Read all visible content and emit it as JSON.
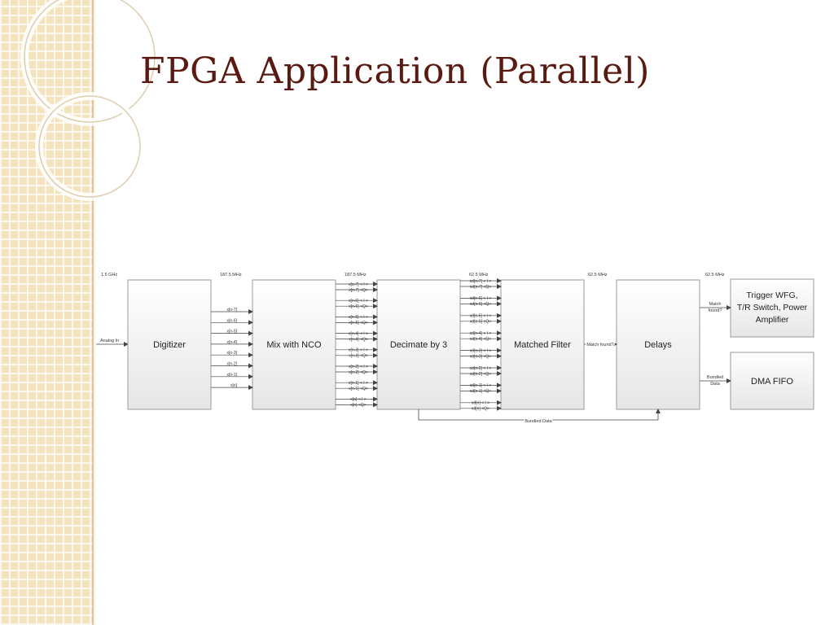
{
  "slide": {
    "title": "FPGA Application (Parallel)"
  },
  "colors": {
    "title": "#5a1a12",
    "sidebar": "#f4e3bd",
    "block_fill_top": "#ffffff",
    "block_fill_bottom": "#e6e6e6",
    "block_stroke": "#9a9a9a",
    "line": "#444444"
  },
  "diagram": {
    "clocks": {
      "input": "1.5 GHz",
      "digitizer_out": "187.5 MHz",
      "nco_out": "187.5 MHz",
      "decimate_out": "62.5 MHz",
      "filter_out": "62.5 MHz",
      "delays_out": "62.5 MHz"
    },
    "input_label": "Analog In",
    "blocks": {
      "digitizer": "Digitizer",
      "mix": "Mix with NCO",
      "decimate": "Decimate by 3",
      "filter": "Matched Filter",
      "delays": "Delays",
      "trigger_lines": [
        "Trigger WFG,",
        "T/R Switch, Power",
        "Amplifier"
      ],
      "dma": "DMA FIFO"
    },
    "digitizer_outputs": [
      "x[n-7]",
      "x[n-6]",
      "x[n-5]",
      "x[n-4]",
      "x[n-3]",
      "x[n-2]",
      "x[n-1]",
      "x[n]"
    ],
    "nco_outputs": [
      "x[n-7] < I >",
      "x[n-7] <Q>",
      "x[n-6] < I >",
      "x[n-6] <Q>",
      "x[n-5] < I >",
      "x[n-5] <Q>",
      "x[n-4] < I >",
      "x[n-4] <Q>",
      "x[n-3] < I >",
      "x[n-3] <Q>",
      "x[n-2] < I >",
      "x[n-2] <Q>",
      "x[n-1] < I >",
      "x[n-1] <Q>",
      "x[n] < I >",
      "x[n] <Q>"
    ],
    "decimate_outputs": [
      "xd[n-7] < I >",
      "xd[n-7] <Q>",
      "xd[n-6] < I >",
      "xd[n-6] <Q>",
      "xd[n-5] < I >",
      "xd[n-5] <Q>",
      "xd[n-4] < I >",
      "xd[n-4] <Q>",
      "xd[n-3] < I >",
      "xd[n-3] <Q>",
      "xd[n-2] < I >",
      "xd[n-2] <Q>",
      "xd[n-1] < I >",
      "xd[n-1] <Q>",
      "xd[n] < I >",
      "xd[n] <Q>"
    ],
    "filter_output": "Match found?",
    "delays_outputs": {
      "match": [
        "Match",
        "found?"
      ],
      "bundled": [
        "Bundled",
        "Data"
      ]
    },
    "feedback_label": "Bundled Data"
  }
}
